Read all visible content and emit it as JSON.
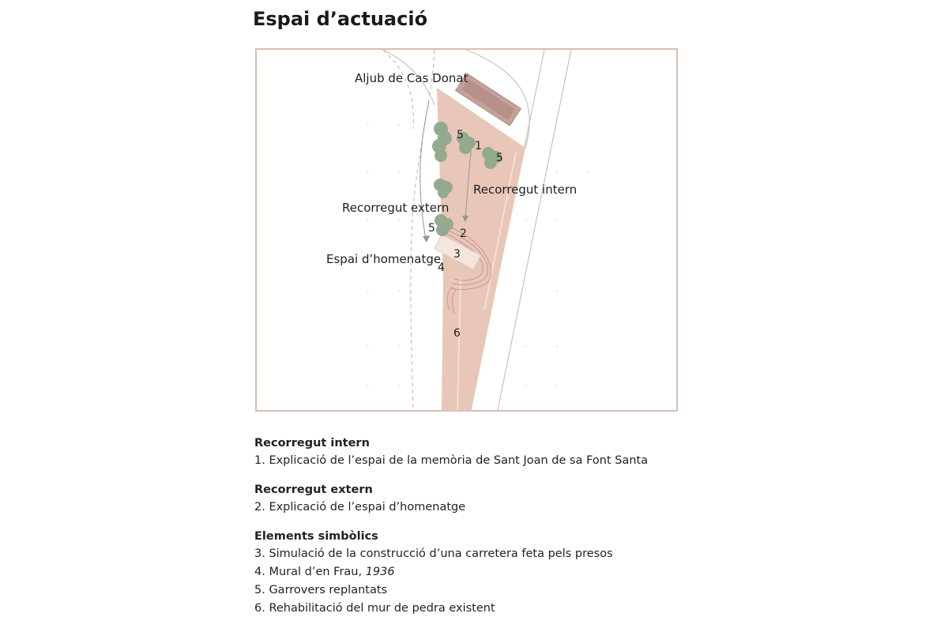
{
  "title": "Espai d’actuació",
  "map": {
    "labels": {
      "aljub": "Aljub de Cas Donat",
      "recorregut_intern": "Recorregut intern",
      "recorregut_extern": "Recorregut extern",
      "espai_homenatge": "Espai d’homenatge"
    },
    "markers": [
      "1",
      "2",
      "3",
      "4",
      "5",
      "5",
      "5",
      "6"
    ],
    "colors": {
      "area_fill": "#e8c6b8",
      "building_fill": "#c4a19a",
      "tree_fill": "#93aa8f",
      "frame": "#d9bfb0"
    }
  },
  "legend": {
    "groups": [
      {
        "heading": "Recorregut intern",
        "items": [
          {
            "text": "1. Explicació de l’espai de la memòria de Sant Joan de sa Font Santa",
            "italic": ""
          }
        ]
      },
      {
        "heading": "Recorregut extern",
        "items": [
          {
            "text": "2. Explicació de l’espai d’homenatge",
            "italic": ""
          }
        ]
      },
      {
        "heading": "Elements simbòlics",
        "items": [
          {
            "text": "3. Simulació de la construcció d’una carretera feta pels presos",
            "italic": ""
          },
          {
            "text": "4. Mural d’en Frau, ",
            "italic": "1936"
          },
          {
            "text": "5. Garrovers replantats",
            "italic": ""
          },
          {
            "text": "6. Rehabilitació del mur de pedra existent",
            "italic": ""
          }
        ]
      }
    ]
  }
}
